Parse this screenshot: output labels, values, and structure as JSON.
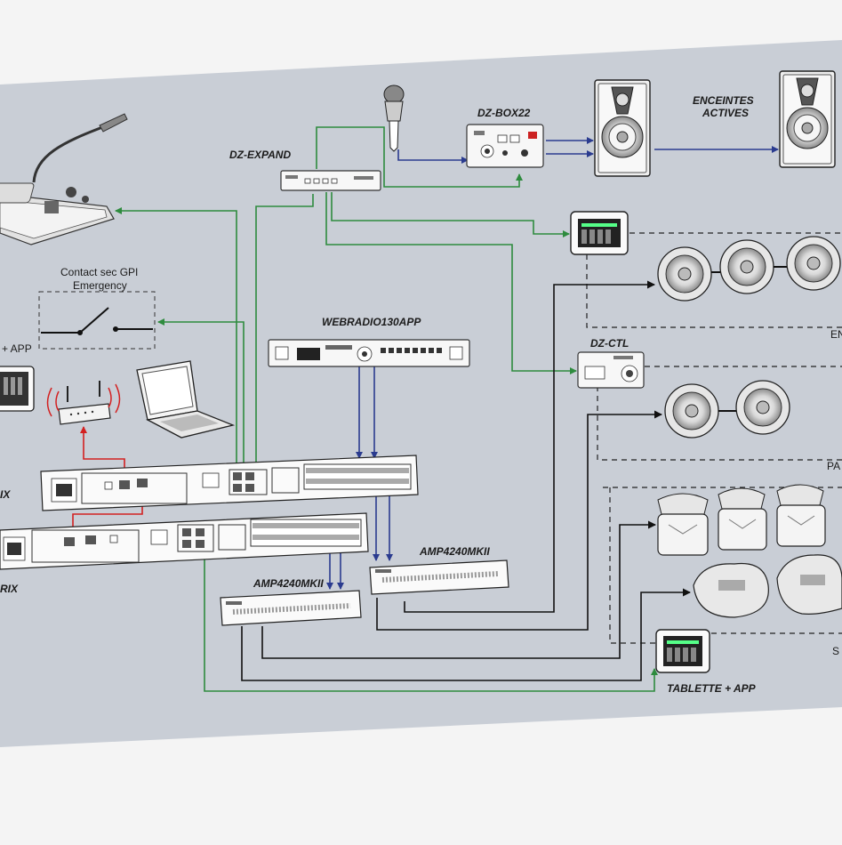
{
  "diagram": {
    "labels": {
      "dz_expand": "DZ-EXPAND",
      "dz_box22": "DZ-BOX22",
      "enceintes": "ENCEINTES",
      "actives": "ACTIVES",
      "contact_line1": "Contact sec GPI",
      "contact_line2": "Emergency",
      "app_left": "+ APP",
      "webradio": "WEBRADIO130APP",
      "dz_ctl": "DZ-CTL",
      "amp_right": "AMP4240MKII",
      "amp_left": "AMP4240MKII",
      "tablette": "TABLETTE + APP",
      "rix_top": "IX",
      "rix_bottom": "RIX",
      "edge_en": "EN",
      "edge_pa": "PA",
      "edge_s": "S"
    },
    "colors": {
      "network": "#2e8b3e",
      "audio": "#2a3b8f",
      "speaker": "#111111",
      "ethernet": "#d32020",
      "panel": "#c9ced6"
    }
  }
}
